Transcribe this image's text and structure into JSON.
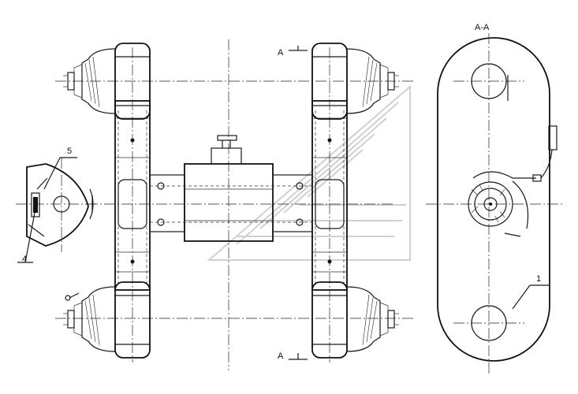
{
  "labels": {
    "section_title": "A-A",
    "section_marker_top": "A",
    "section_marker_bottom": "A",
    "part_1": "1",
    "part_4": "4",
    "part_5": "5"
  },
  "watermark": {
    "icon": "logo-watermark-icon"
  }
}
